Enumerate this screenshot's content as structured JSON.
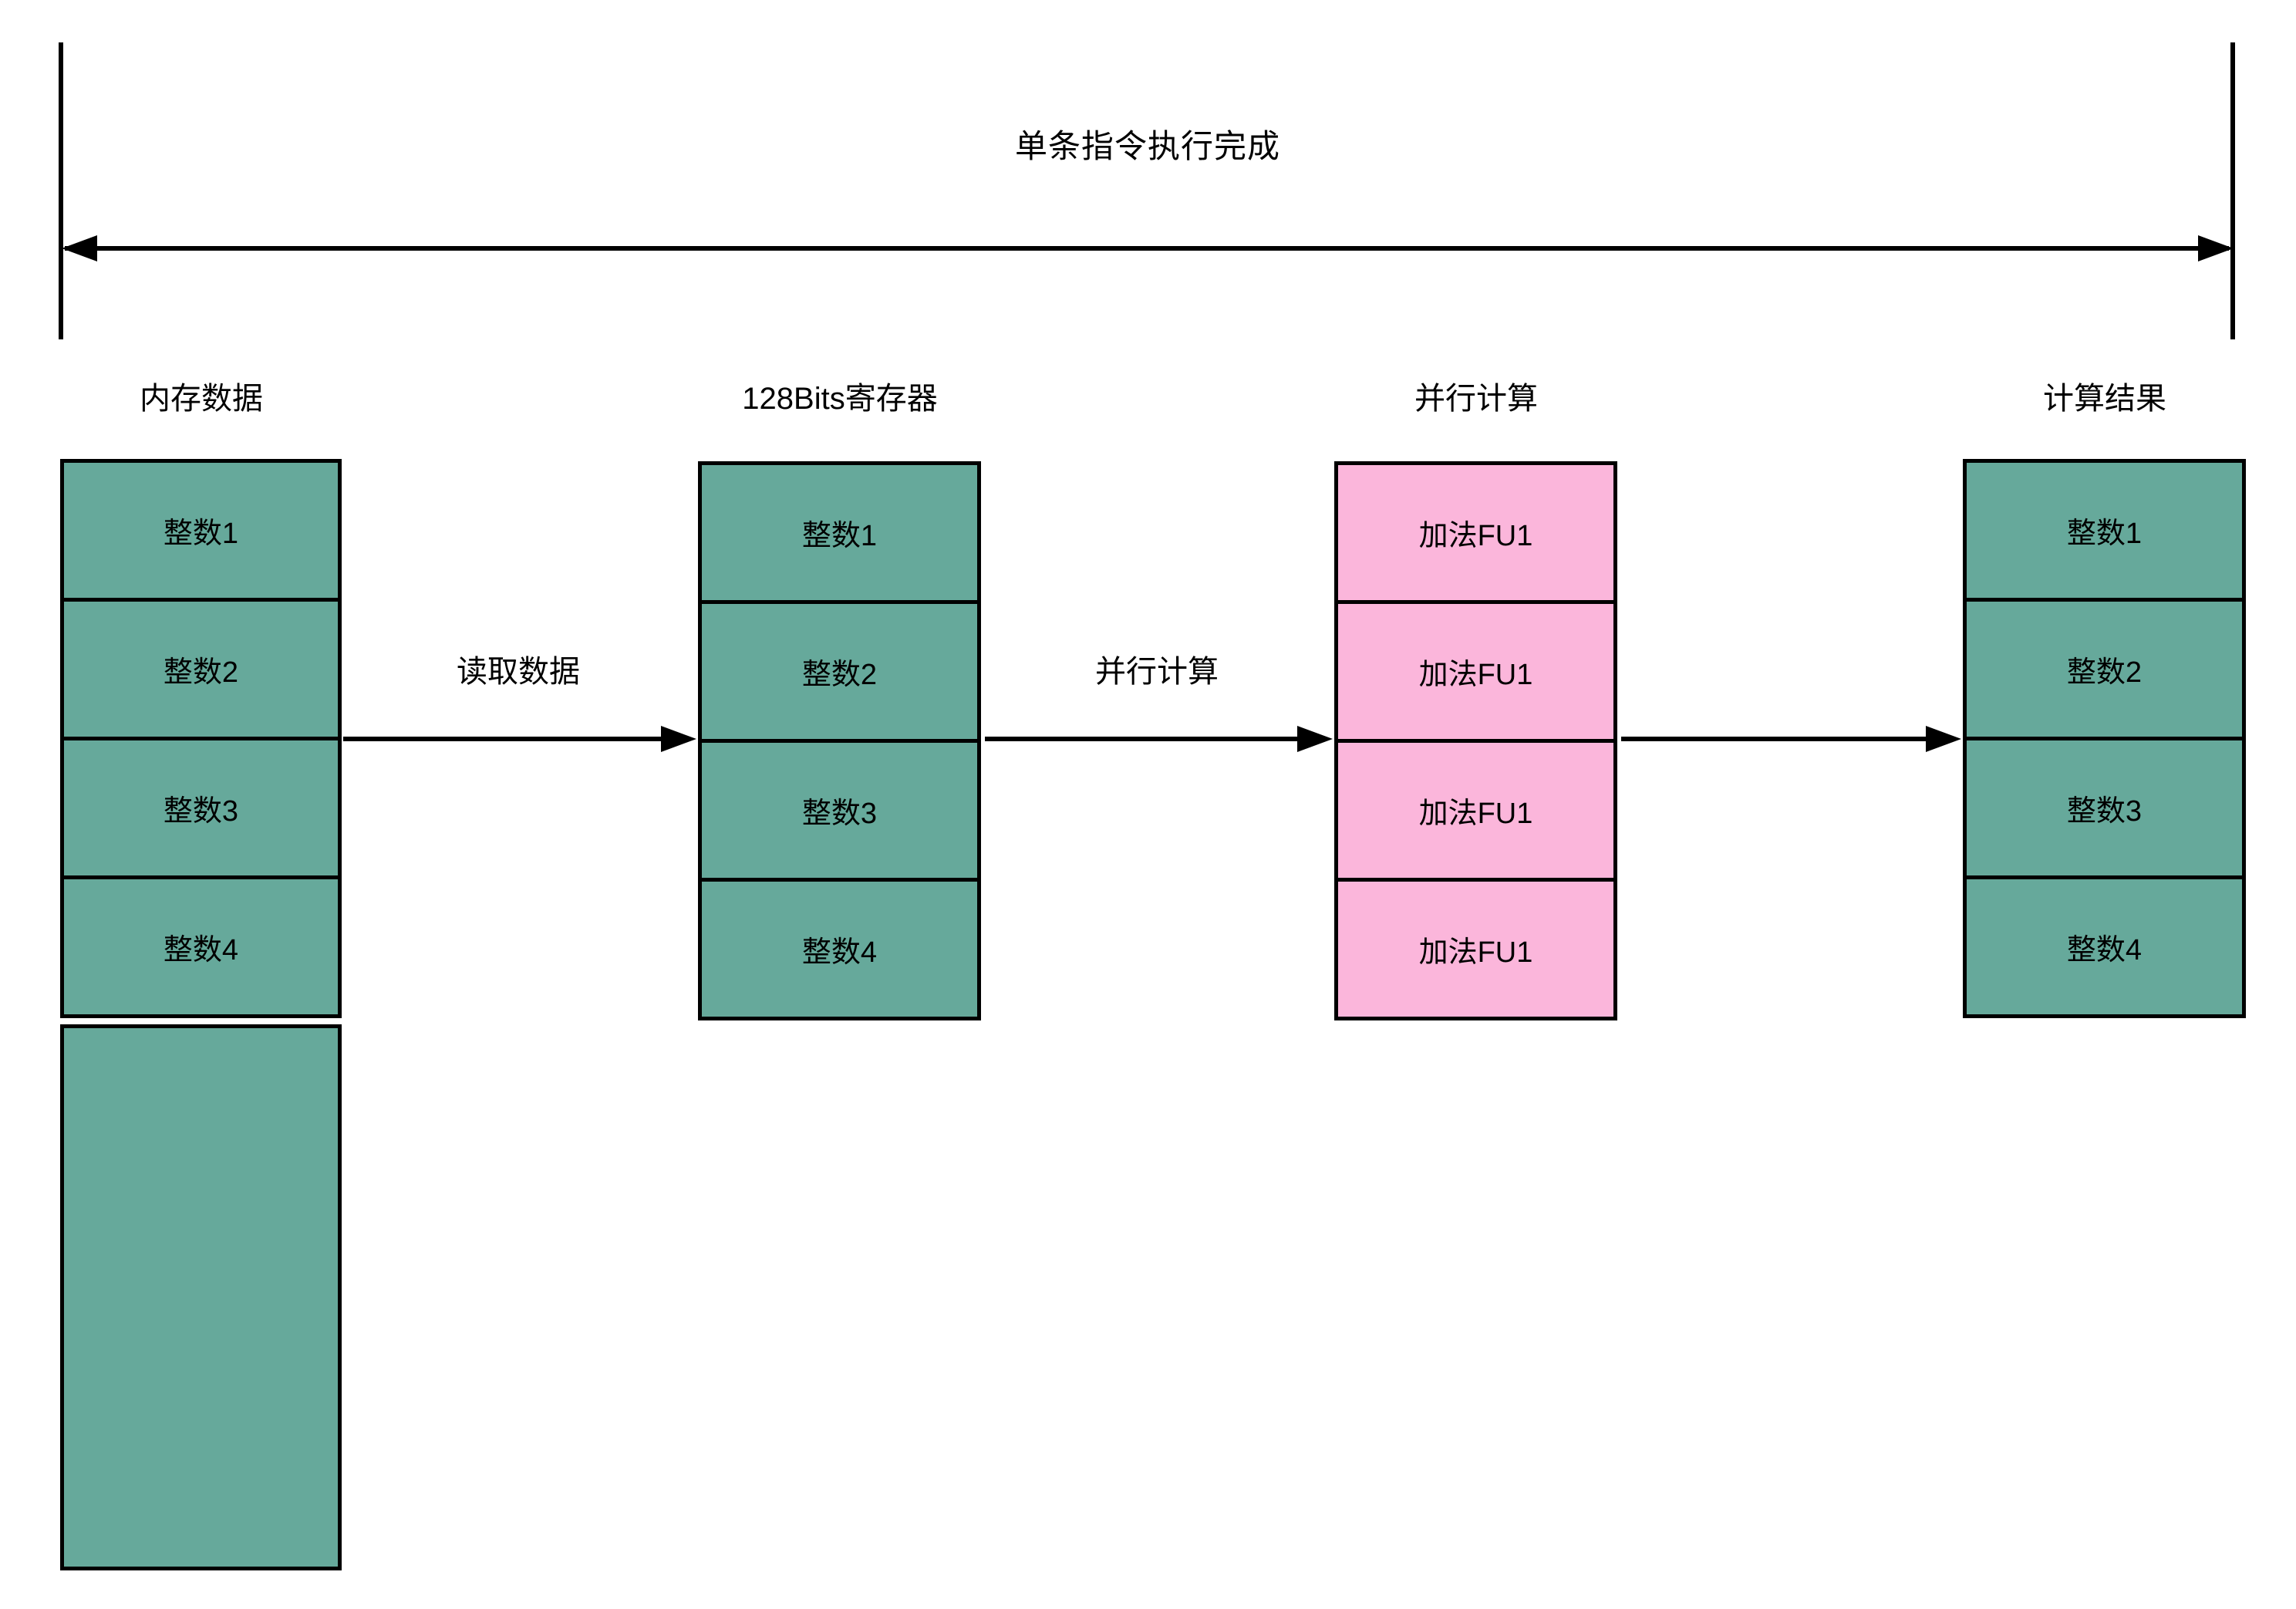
{
  "title": "单条指令执行完成",
  "arrow_labels": {
    "read": "读取数据",
    "compute": "并行计算"
  },
  "columns": [
    {
      "header": "内存数据",
      "cells": [
        "整数1",
        "整数2",
        "整数3",
        "整数4"
      ]
    },
    {
      "header": "128Bits寄存器",
      "cells": [
        "整数1",
        "整数2",
        "整数3",
        "整数4"
      ]
    },
    {
      "header": "并行计算",
      "cells": [
        "加法FU1",
        "加法FU1",
        "加法FU1",
        "加法FU1"
      ]
    },
    {
      "header": "计算结果",
      "cells": [
        "整数1",
        "整数2",
        "整数3",
        "整数4"
      ]
    }
  ],
  "colors": {
    "teal": "#66A99B",
    "pink": "#FBB6DB",
    "line": "#000000"
  }
}
